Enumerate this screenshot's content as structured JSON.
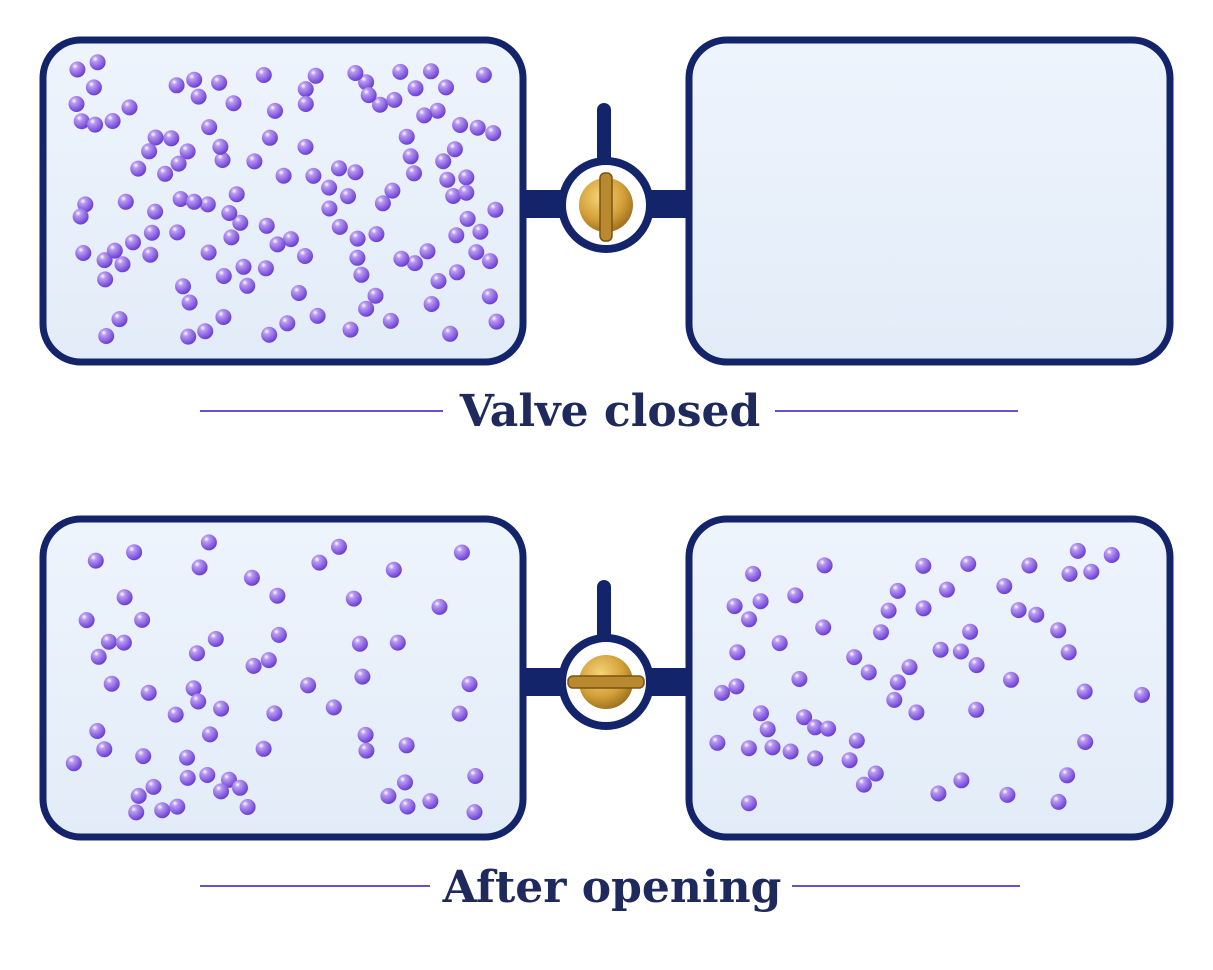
{
  "colors": {
    "container_border": "#14246b",
    "container_fill": "#e9f1fb",
    "particle": "#8b5ce6",
    "valve_handle": "#b9892f",
    "divider_line": "#6a4fd0",
    "caption_text": "#1f2a5c"
  },
  "panels": [
    {
      "caption": "Valve closed",
      "valve_state": "closed",
      "left_particle_count": 128,
      "right_particle_count": 0
    },
    {
      "caption": "After opening",
      "valve_state": "open",
      "left_particle_count": 64,
      "right_particle_count": 64
    }
  ]
}
